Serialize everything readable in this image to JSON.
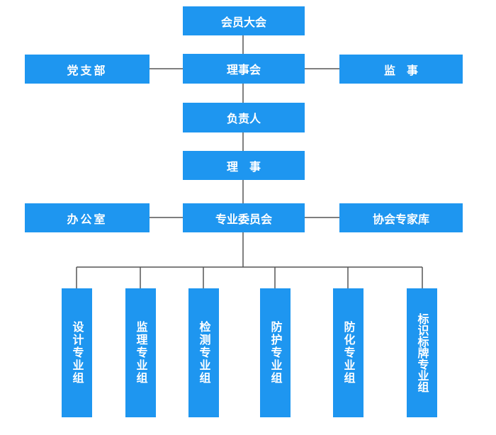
{
  "colors": {
    "box": "#1e96f0",
    "line": "#555555",
    "text": "#ffffff"
  },
  "nodes": {
    "general_assembly": "会员大会",
    "council": "理事会",
    "party_branch": "党支部",
    "supervisor": "监　事",
    "person_in_charge": "负责人",
    "director": "理　事",
    "office": "办公室",
    "professional_committee": "专业委员会",
    "expert_pool": "协会专家库"
  },
  "groups": [
    "设计专业组",
    "监理专业组",
    "检测专业组",
    "防护专业组",
    "防化专业组",
    "标识标牌专业组"
  ]
}
